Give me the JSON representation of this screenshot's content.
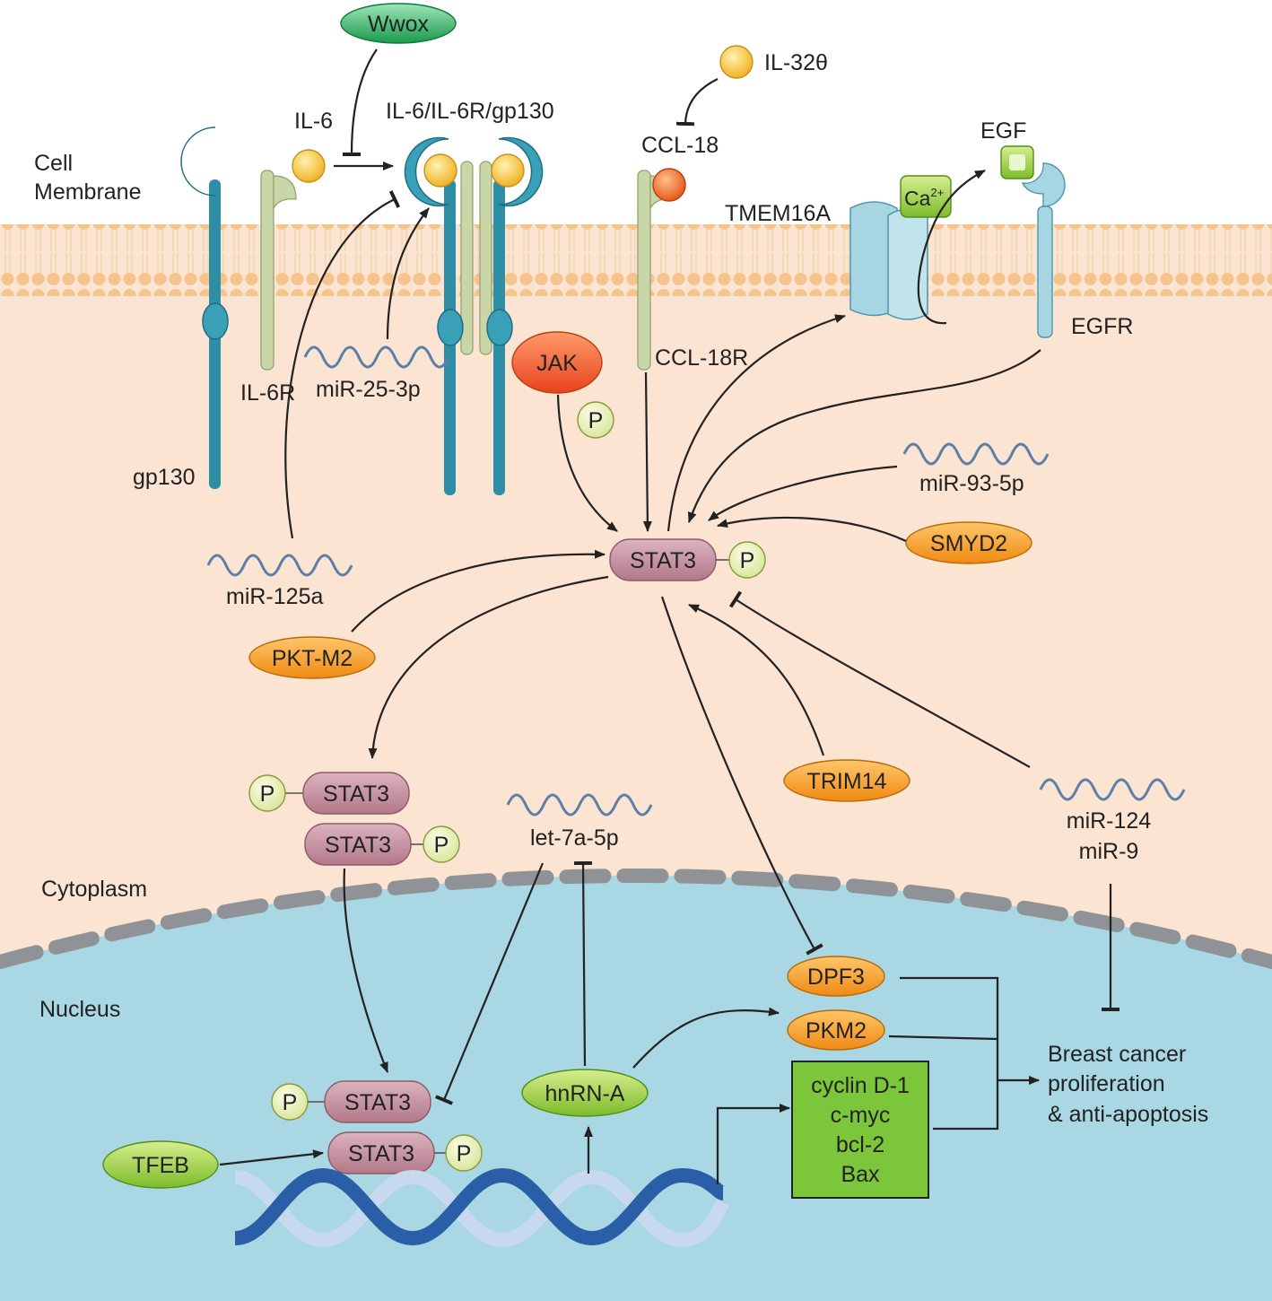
{
  "regions": {
    "cell_membrane": "Cell\nMembrane",
    "cytoplasm": "Cytoplasm",
    "nucleus": "Nucleus"
  },
  "colors": {
    "cytoplasm_bg": "#fbe4d2",
    "nucleus_bg": "#a8d6e2",
    "gp130": "#2e8ea6",
    "il6r": "#c8d6a8",
    "stat3": "#c98f9e",
    "orange_node": "#f5a030",
    "green_node": "#8cc63f",
    "p_node": "#eef3c4",
    "ligand": "#f4c542"
  },
  "labels": {
    "wwox": "Wwox",
    "il6": "IL-6",
    "il6_complex": "IL-6/IL-6R/gp130",
    "il32": "IL-32θ",
    "ccl18": "CCL-18",
    "egf": "EGF",
    "tmem16a": "TMEM16A",
    "ca_base": "Ca",
    "ca_sup": "2+",
    "egfr": "EGFR",
    "il6r": "IL-6R",
    "mir25": "miR-25-3p",
    "jak": "JAK",
    "ccl18r": "CCL-18R",
    "gp130": "gp130",
    "p": "P",
    "mir93": "miR-93-5p",
    "smyd2": "SMYD2",
    "stat3": "STAT3",
    "mir125a": "miR-125a",
    "pktm2": "PKT-M2",
    "trim14": "TRIM14",
    "mir124": "miR-124",
    "mir9": "miR-9",
    "let7a": "let-7a-5p",
    "dpf3": "DPF3",
    "pkm2": "PKM2",
    "target_genes": [
      "cyclin D-1",
      "c-myc",
      "bcl-2",
      "Bax"
    ],
    "outcome": [
      "Breast cancer",
      "proliferation",
      "& anti-apoptosis"
    ],
    "hnrna": "hnRN-A",
    "tfeb": "TFEB"
  }
}
